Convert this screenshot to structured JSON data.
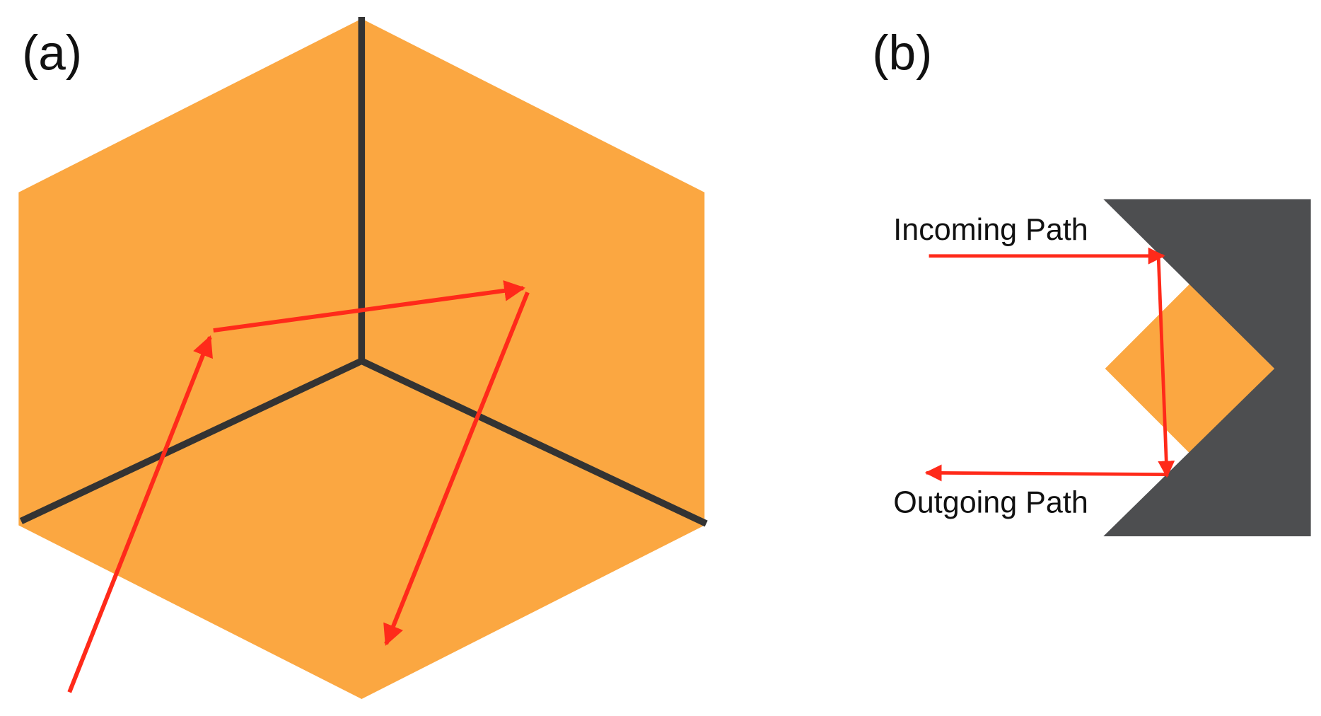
{
  "panels": {
    "a": {
      "label": "(a)"
    },
    "b": {
      "label": "(b)",
      "incoming": "Incoming Path",
      "outgoing": "Outgoing Path"
    }
  },
  "colors": {
    "crystal": "#FBA741",
    "boundary": "#333333",
    "ray": "#FF2A1A",
    "reflector": "#4D4E50"
  }
}
